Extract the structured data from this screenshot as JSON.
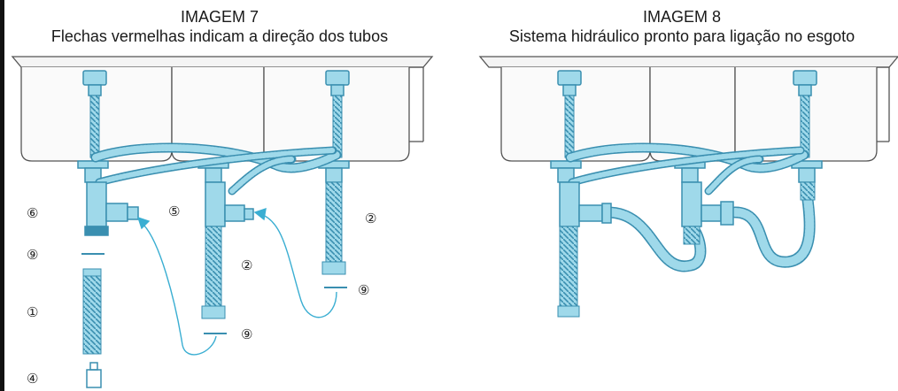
{
  "left_panel": {
    "heading": "IMAGEM 7",
    "caption": "Flechas vermelhas indicam a direção dos tubos",
    "markers": [
      "⑥",
      "⑤",
      "②",
      "⑨",
      "②",
      "⑨",
      "①",
      "⑨",
      "④"
    ]
  },
  "right_panel": {
    "heading": "IMAGEM 8",
    "caption": "Sistema hidráulico pronto para ligação no esgoto"
  },
  "colors": {
    "pipe_fill": "#9fd9ea",
    "pipe_stroke": "#3a8fb0",
    "sink_stroke": "#555555",
    "arrow": "#3aaed2"
  }
}
